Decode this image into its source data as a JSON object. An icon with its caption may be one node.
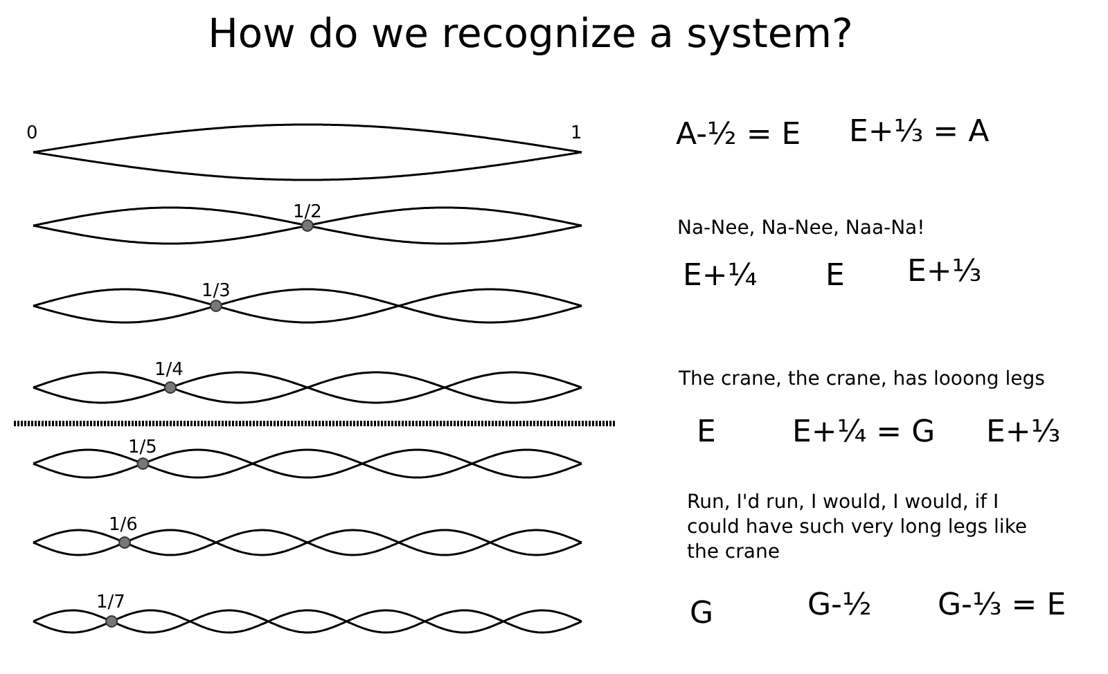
{
  "diagram": {
    "title": "How do we recognize a system?",
    "labels": [
      "0",
      "1",
      "1/2",
      "1/3",
      "1/4",
      "1/5",
      "1/6",
      "1/7",
      "A-½ = E",
      "E+⅓ = A",
      "Na-Nee, Na-Nee, Naa-Na!",
      "E+¼",
      "E",
      "E+⅓",
      "The crane, the crane, has looong legs",
      "E",
      "E+¼ = G",
      "E+⅓",
      "Run, I'd run, I would, I would, if I could have such very long legs like the crane",
      "G",
      "G-½",
      "G-⅓ = E"
    ]
  }
}
